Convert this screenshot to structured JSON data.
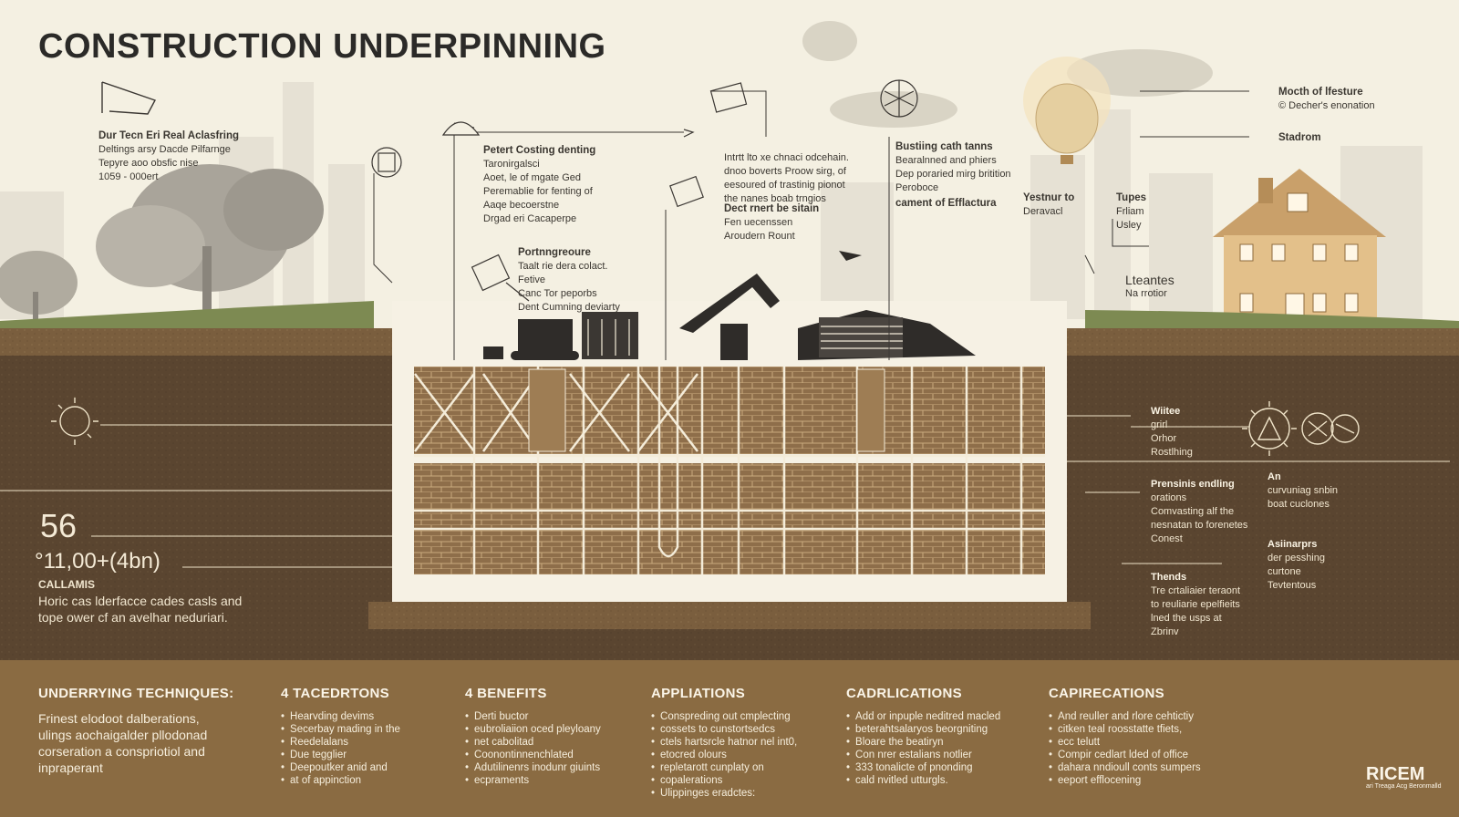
{
  "title": "CONSTRUCTION UNDERPINNING",
  "notes": {
    "top_left": {
      "heading": "Dur Tecn Eri Real Aclasfring",
      "lines": [
        "Deltings arsy Dacde Pilfarnge",
        "Tepyre aoo obsfic nise",
        "1059 - 000ert"
      ]
    },
    "center_left": {
      "heading": "Petert Costing denting",
      "lines": [
        "Taronirgalsci",
        "Aoet, le of mgate Ged",
        "Peremablie for fenting of",
        "Aaqe becoerstne",
        "Drgad eri Cacaperpe"
      ]
    },
    "center_mid": {
      "heading": "",
      "lines": [
        "Intrtt lto xe chnaci odcehain.",
        "dnoo boverts Proow sirg, of",
        "eesoured of trastinig pionot",
        "the nanes boab trngios"
      ]
    },
    "center_mid2": {
      "heading": "Dect rnert be sitain",
      "lines": [
        "Fen uecenssen",
        "Aroudern Rount"
      ]
    },
    "center_right": {
      "heading": "Bustiing cath tanns",
      "lines": [
        "Bearalnned and phiers",
        "Dep poraried mirg britition",
        "Peroboce"
      ]
    },
    "center_right2": {
      "heading": "cament of Efflactura",
      "lines": []
    },
    "lower_left": {
      "heading": "Portnngreoure",
      "lines": [
        "Taalt rie dera colact.",
        "Fetive",
        "Canc Tor peporbs",
        "Dent Cumning deviarty"
      ]
    },
    "right_a": {
      "heading": "Yestnur to",
      "lines": [
        "Deravacl"
      ]
    },
    "right_b": {
      "heading": "Tupes",
      "lines": [
        "Frliam",
        "Usley"
      ]
    },
    "right_c": {
      "heading": "Lteantes",
      "lines": [
        "Na rrotior"
      ]
    },
    "top_right": {
      "heading": "Mocth of lfesture",
      "lines": [
        "© Decher's enonation"
      ]
    },
    "top_right2": {
      "heading": "Stadrom",
      "lines": []
    }
  },
  "stats": {
    "big": "56",
    "mid": "°11,00+(4bn)",
    "label": "CALLAMIS",
    "desc": [
      "Horic cas lderfacce cades casls and",
      "tope ower cf an avelhar neduriari."
    ]
  },
  "side_right": {
    "a": {
      "heading": "Wiitee",
      "lines": [
        "grirl",
        "Orhor",
        "Rostlhing"
      ]
    },
    "b": {
      "heading": "Prensinis endling",
      "lines": [
        "orations",
        "Comvasting alf the",
        "nesnatan to forenetes",
        "Conest"
      ]
    },
    "c": {
      "heading": "An",
      "lines": [
        "curvuniag snbin",
        "boat cuclones"
      ]
    },
    "d": {
      "heading": "Asiinarprs",
      "lines": [
        "der pesshing",
        "curtone",
        "Tevtentous"
      ]
    },
    "e": {
      "heading": "Thends",
      "lines": [
        "Tre crtaliaier teraont",
        "to reuliarie epelfieits",
        "lned the usps at",
        "Zbrinv"
      ]
    }
  },
  "bottom": {
    "intro": {
      "heading": "UNDERRYING TECHNIQUES:",
      "lines": [
        "Frinest elodoot dalberations,",
        "ulings aochaigalder pllodonad",
        "corseration a conspriotiol and",
        "inpraperant"
      ]
    },
    "columns": [
      {
        "heading": "4 TACEDRTONS",
        "items": [
          "Hearvding devims",
          "Secerbay mading in the",
          "Reedelalans",
          "Due tegglier",
          "Deepoutker anid and",
          "at of appinction"
        ]
      },
      {
        "heading": "4 BENEFITS",
        "items": [
          "Derti buctor",
          "eubroliaiion oced pleyloany",
          "net cabolitad",
          "Coonontinnenchlated",
          "Adutilinenrs inodunr giuints",
          "ecpraments"
        ]
      },
      {
        "heading": "APPLIATIONS",
        "items": [
          "Conspreding out cmplecting",
          "cossets to cunstortsedcs",
          "ctels hartsrcle hatnor nel int0,",
          "etocred olours",
          "repletarott cunplaty on",
          "copalerations",
          "Ulippinges eradctes:"
        ]
      },
      {
        "heading": "CADRLICATIONS",
        "items": [
          "Add or inpuple neditred macled",
          "beterahtsalaryos beorgniting",
          "Bloare the beatiryn",
          "Con nrer estalians notlier",
          "333 tonalicte of pnonding",
          "cald nvitled utturgls."
        ]
      },
      {
        "heading": "CAPIRECATIONS",
        "items": [
          "And reuller and rlore cehtictiy",
          "citken teal roosstatte tfiets,",
          "ecc telutt",
          "Compir cedlart lded of office",
          "dahara nndioull conts sumpers",
          "eeport efflocening"
        ]
      }
    ],
    "logo": "RICEM",
    "logo_sub": "ari Treaga Acg Beronmalld"
  },
  "colors": {
    "soil_dark": "#5a4530",
    "soil_mid": "#7a5e3e",
    "brick": "#8e6e4a",
    "paper": "#f4f0e2",
    "band": "#8a6b42",
    "house": "#e3c08a"
  }
}
